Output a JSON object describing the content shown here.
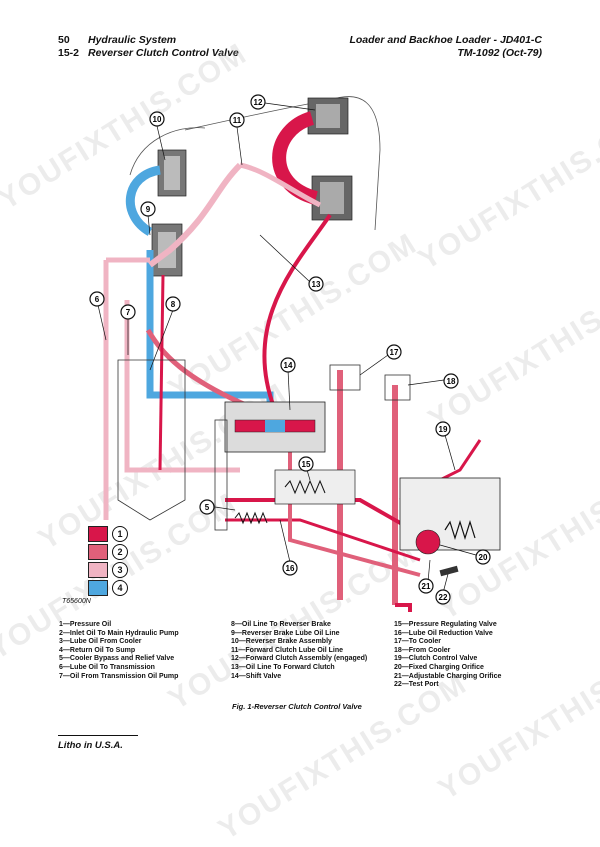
{
  "header": {
    "page_number": "50",
    "section_title": "Hydraulic System",
    "subsection_number": "15-2",
    "subsection_title": "Reverser Clutch Control Valve",
    "manual_title": "Loader and Backhoe Loader - JD401-C",
    "manual_code": "TM-1092   (Oct-79)"
  },
  "watermark": "YOUFIXTHIS.COM",
  "legend": [
    {
      "num": "1",
      "color": "#d8164a"
    },
    {
      "num": "2",
      "color": "#e0607a"
    },
    {
      "num": "3",
      "color": "#f0b4c3"
    },
    {
      "num": "4",
      "color": "#4ea7df"
    }
  ],
  "callouts": [
    "5",
    "6",
    "7",
    "8",
    "9",
    "10",
    "11",
    "12",
    "13",
    "14",
    "15",
    "16",
    "17",
    "18",
    "19",
    "20",
    "21",
    "22"
  ],
  "figure_code": "T65600N",
  "key_col1": [
    "1—Pressure Oil",
    "2—Inlet Oil To Main Hydraulic Pump",
    "3—Lube Oil From Cooler",
    "4—Return Oil To Sump",
    "5—Cooler Bypass and Relief Valve",
    "6—Lube Oil To Transmission",
    "7—Oil From Transmission Oil Pump"
  ],
  "key_col2": [
    "8—Oil Line To Reverser Brake",
    "9—Reverser Brake Lube Oil Line",
    "10—Reverser Brake Assembly",
    "11—Forward Clutch Lube Oil Line",
    "12—Forward Clutch Assembly (engaged)",
    "13—Oil Line To Forward Clutch",
    "14—Shift Valve"
  ],
  "key_col3": [
    "15—Pressure Regulating Valve",
    "16—Lube Oil Reduction Valve",
    "17—To Cooler",
    "18—From Cooler",
    "19—Clutch Control Valve",
    "20—Fixed Charging Orifice",
    "21—Adjustable Charging Orifice",
    "22—Test Port"
  ],
  "caption": "Fig. 1-Reverser Clutch Control Valve",
  "footer": "Litho in U.S.A."
}
